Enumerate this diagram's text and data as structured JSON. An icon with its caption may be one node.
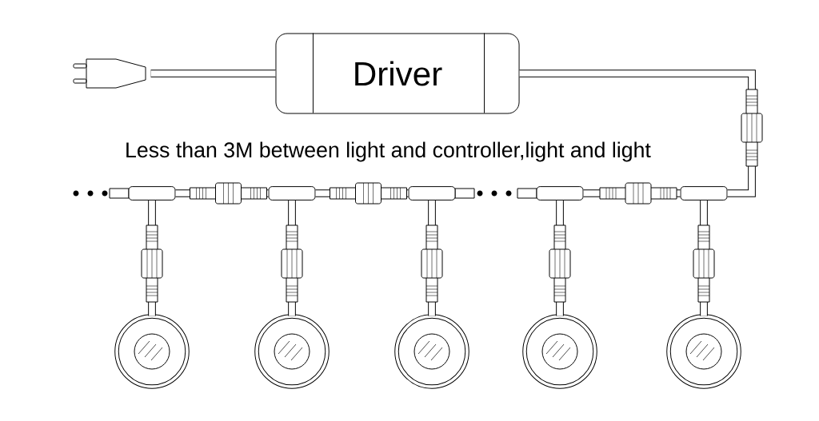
{
  "diagram": {
    "nodes": [
      {
        "text": [
          "Driver"
        ]
      },
      {
        "text": [],
        "shape": "picture"
      },
      {
        "text": [],
        "shape": "box"
      },
      {
        "text": [],
        "shape": "box"
      },
      {
        "text": [],
        "shape": "box"
      },
      {
        "text": [],
        "shape": "box"
      },
      {
        "text": [],
        "shape": "box"
      },
      {
        "text": [],
        "shape": "circle"
      },
      {
        "text": [],
        "shape": "circle"
      },
      {
        "text": [],
        "shape": "circle"
      },
      {
        "text": [],
        "shape": "circle"
      },
      {
        "text": [],
        "shape": "circle"
      }
    ],
    "edges": [
      {
        "from": 1,
        "to": 0,
        "arrow": "none"
      },
      {
        "from": 0,
        "to": 6,
        "arrow": "none"
      },
      {
        "from": 5,
        "to": 6,
        "arrow": "none"
      },
      {
        "from": 3,
        "to": 4,
        "arrow": "none"
      },
      {
        "from": 2,
        "to": 3,
        "arrow": "none"
      },
      {
        "from": 2,
        "to": 7,
        "arrow": "none"
      },
      {
        "from": 3,
        "to": 8,
        "arrow": "none"
      },
      {
        "from": 4,
        "to": 9,
        "arrow": "none"
      },
      {
        "from": 5,
        "to": 10,
        "arrow": "none"
      },
      {
        "from": 6,
        "to": 11,
        "arrow": "none"
      }
    ],
    "labels": [
      "Less than 3M between light and controller,light and light"
    ]
  }
}
